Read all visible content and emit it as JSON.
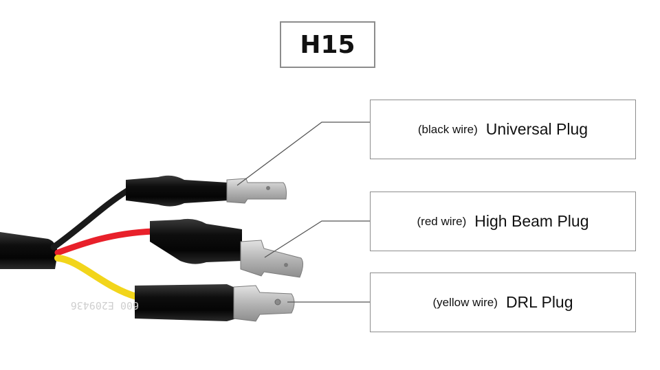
{
  "title": "H15",
  "labels": [
    {
      "wire": "(black wire)",
      "plug": "Universal Plug"
    },
    {
      "wire": "(red wire)",
      "plug": "High Beam Plug"
    },
    {
      "wire": "(yellow wire)",
      "plug": "DRL Plug"
    }
  ],
  "sleeve_print": "600  E209436",
  "colors": {
    "black_wire": "#1a1a1a",
    "red_wire": "#e8202a",
    "yellow_wire": "#f2d51b",
    "terminal": "#b8b8b8",
    "leader_line": "#555555",
    "box_border": "#8c8c8c"
  }
}
